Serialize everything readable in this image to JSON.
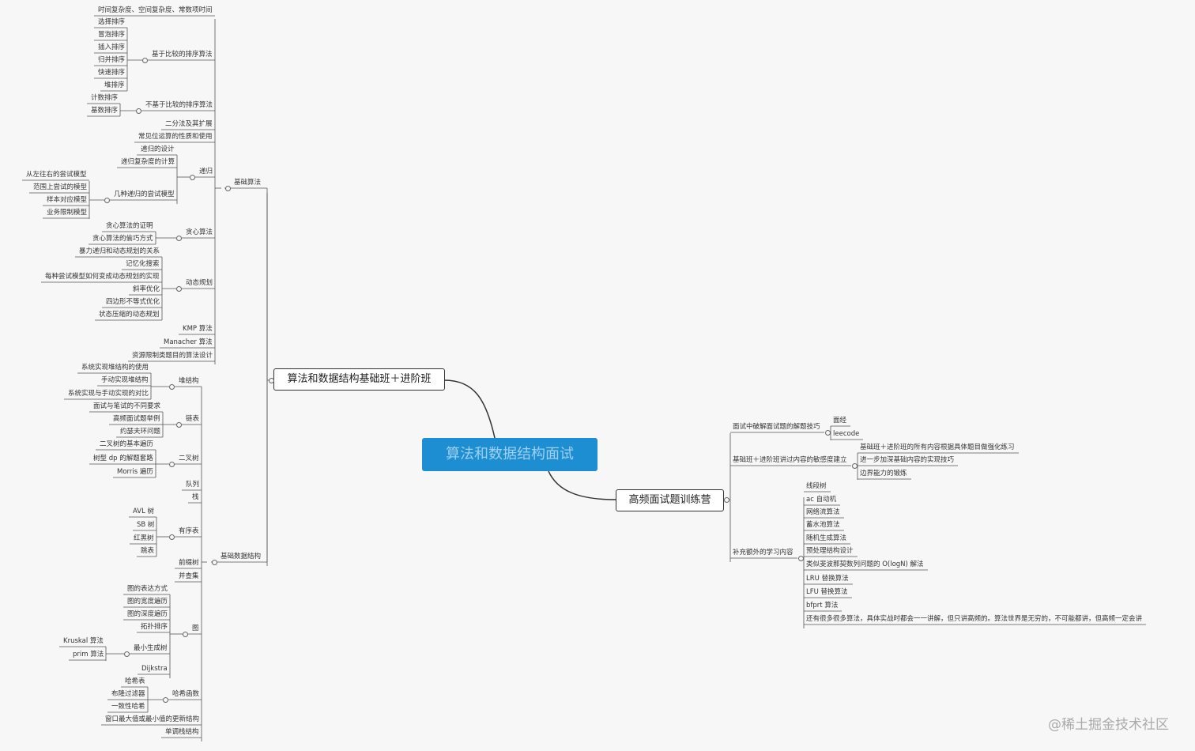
{
  "root": "算法和数据结构面试",
  "left_main": "算法和数据结构基础班＋进阶班",
  "right_main": "高频面试题训练营",
  "watermark": "@稀土掘金技术社区",
  "basic_algo": {
    "label": "基础算法",
    "items": [
      {
        "text": "时间复杂度、空间复杂度、常数项时间"
      },
      {
        "text": "基于比较的排序算法",
        "children": [
          "选择排序",
          "冒泡排序",
          "插入排序",
          "归并排序",
          "快速排序",
          "堆排序"
        ]
      },
      {
        "text": "不基于比较的排序算法",
        "children": [
          "计数排序",
          "基数排序"
        ]
      },
      {
        "text": "二分法及其扩展"
      },
      {
        "text": "常见位运算的性质和使用"
      },
      {
        "text": "递归",
        "children": [
          "递归的设计",
          "递归复杂度的计算",
          {
            "text": "几种递归的尝试模型",
            "children": [
              "从左往右的尝试模型",
              "范围上尝试的模型",
              "样本对应模型",
              "业务限制模型"
            ]
          }
        ]
      },
      {
        "text": "贪心算法",
        "children": [
          "贪心算法的证明",
          "贪心算法的偷巧方式"
        ]
      },
      {
        "text": "动态规划",
        "children": [
          "暴力递归和动态规划的关系",
          "记忆化搜索",
          "每种尝试模型如何变成动态规划的实现",
          "斜率优化",
          "四边形不等式优化",
          "状态压缩的动态规划"
        ]
      },
      {
        "text": "KMP 算法"
      },
      {
        "text": "Manacher 算法"
      },
      {
        "text": "资源限制类题目的算法设计"
      }
    ]
  },
  "basic_ds": {
    "label": "基础数据结构",
    "items": [
      {
        "text": "堆结构",
        "children": [
          "系统实现堆结构的使用",
          "手动实现堆结构",
          "系统实现与手动实现的对比"
        ]
      },
      {
        "text": "链表",
        "children": [
          "面试与笔试的不同要求",
          "高频面试题举例",
          "约瑟夫环问题"
        ]
      },
      {
        "text": "二叉树",
        "children": [
          "二叉树的基本遍历",
          "树型 dp 的解题套路",
          "Morris 遍历"
        ]
      },
      {
        "text": "队列"
      },
      {
        "text": "栈"
      },
      {
        "text": "有序表",
        "children": [
          "AVL 树",
          "SB 树",
          "红黑树",
          "跳表"
        ]
      },
      {
        "text": "前缀树"
      },
      {
        "text": "并查集"
      },
      {
        "text": "图",
        "children": [
          "图的表达方式",
          "图的宽度遍历",
          "图的深度遍历",
          "拓扑排序",
          {
            "text": "最小生成树",
            "children": [
              "Kruskal 算法",
              "prim 算法"
            ]
          },
          "Dijkstra"
        ]
      },
      {
        "text": "哈希函数",
        "children": [
          "哈希表",
          "布隆过滤器",
          "一致性哈希"
        ]
      },
      {
        "text": "窗口最大值或最小值的更新结构"
      },
      {
        "text": "单调栈结构"
      }
    ]
  },
  "right": {
    "items": [
      {
        "text": "面试中破解面试题的解题技巧",
        "children": [
          "面经",
          "leecode"
        ]
      },
      {
        "text": "基础班＋进阶班讲过内容的敏感度建立",
        "children": [
          "基础班＋进阶班的所有内容根据具体题目做强化练习",
          "进一步加深基础内容的实现技巧",
          "边界能力的锻炼"
        ]
      },
      {
        "text": "补充额外的学习内容",
        "children": [
          "线段树",
          "ac 自动机",
          "网络流算法",
          "蓄水池算法",
          "随机生成算法",
          "预处理结构设计",
          "类似斐波那契数列问题的 O(logN) 解法",
          "LRU 替换算法",
          "LFU 替换算法",
          "bfprt 算法",
          "还有很多很多算法，具体实战时都会一一讲解，但只讲高频的。算法世界是无穷的，不可能都讲，但高频一定会讲"
        ]
      }
    ]
  }
}
